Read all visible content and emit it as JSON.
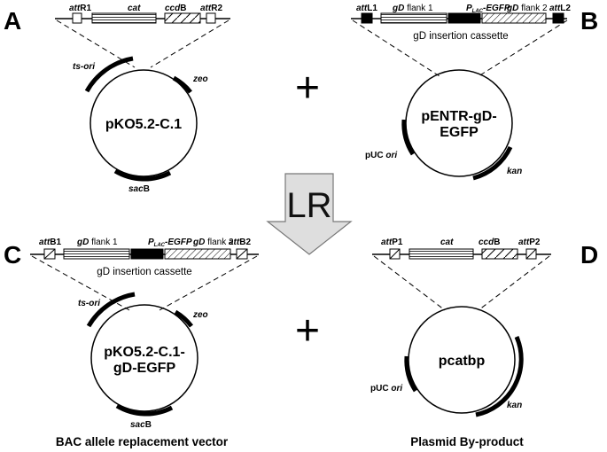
{
  "panels": {
    "a": "A",
    "b": "B",
    "c": "C",
    "d": "D"
  },
  "panel_a": {
    "sites": {
      "attR1_prefix": "att",
      "attR1_suffix": "R1",
      "cat": "cat",
      "ccdB_italic": "ccd",
      "ccdB_suffix": "B",
      "attR2_prefix": "att",
      "attR2_suffix": "R2"
    },
    "plasmid_name": "pKO5.2-C.1",
    "arcs": {
      "ts_ori": "ts-ori",
      "zeo": "zeo",
      "sacB_italic": "sac",
      "sacB_suffix": "B"
    }
  },
  "panel_b": {
    "sites": {
      "attL1_prefix": "att",
      "attL1_suffix": "L1",
      "gD1_italic": "gD",
      "gD1_suffix": " flank 1",
      "plac_p": "P",
      "plac_sub": "LAC",
      "plac_rest": "-EGFP",
      "gD2_italic": "gD",
      "gD2_suffix": " flank 2",
      "attL2_prefix": "att",
      "attL2_suffix": "L2"
    },
    "cassette_label": "gD insertion cassette",
    "plasmid_name_line1": "pENTR-gD-",
    "plasmid_name_line2": "EGFP",
    "arcs": {
      "puc_prefix": "pUC ",
      "puc_italic": "ori",
      "kan": "kan"
    }
  },
  "plus_symbol": "+",
  "lr_label": "LR",
  "panel_c": {
    "sites": {
      "attB1_prefix": "att",
      "attB1_suffix": "B1",
      "gD1_italic": "gD",
      "gD1_suffix": " flank 1",
      "plac_p": "P",
      "plac_sub": "LAC",
      "plac_rest": "-EGFP",
      "gD2_italic": "gD",
      "gD2_suffix": " flank 2",
      "attB2_prefix": "att",
      "attB2_suffix": "B2"
    },
    "cassette_label": "gD insertion cassette",
    "plasmid_name_line1": "pKO5.2-C.1-",
    "plasmid_name_line2": "gD-EGFP",
    "arcs": {
      "ts_ori": "ts-ori",
      "zeo": "zeo",
      "sacB_italic": "sac",
      "sacB_suffix": "B"
    },
    "caption": "BAC allele replacement vector"
  },
  "panel_d": {
    "sites": {
      "attP1_prefix": "att",
      "attP1_suffix": "P1",
      "cat": "cat",
      "ccdB_italic": "ccd",
      "ccdB_suffix": "B",
      "attP2_prefix": "att",
      "attP2_suffix": "P2"
    },
    "plasmid_name": "pcatbp",
    "arcs": {
      "puc_prefix": "pUC ",
      "puc_italic": "ori",
      "kan": "kan"
    },
    "caption": "Plasmid By-product"
  }
}
